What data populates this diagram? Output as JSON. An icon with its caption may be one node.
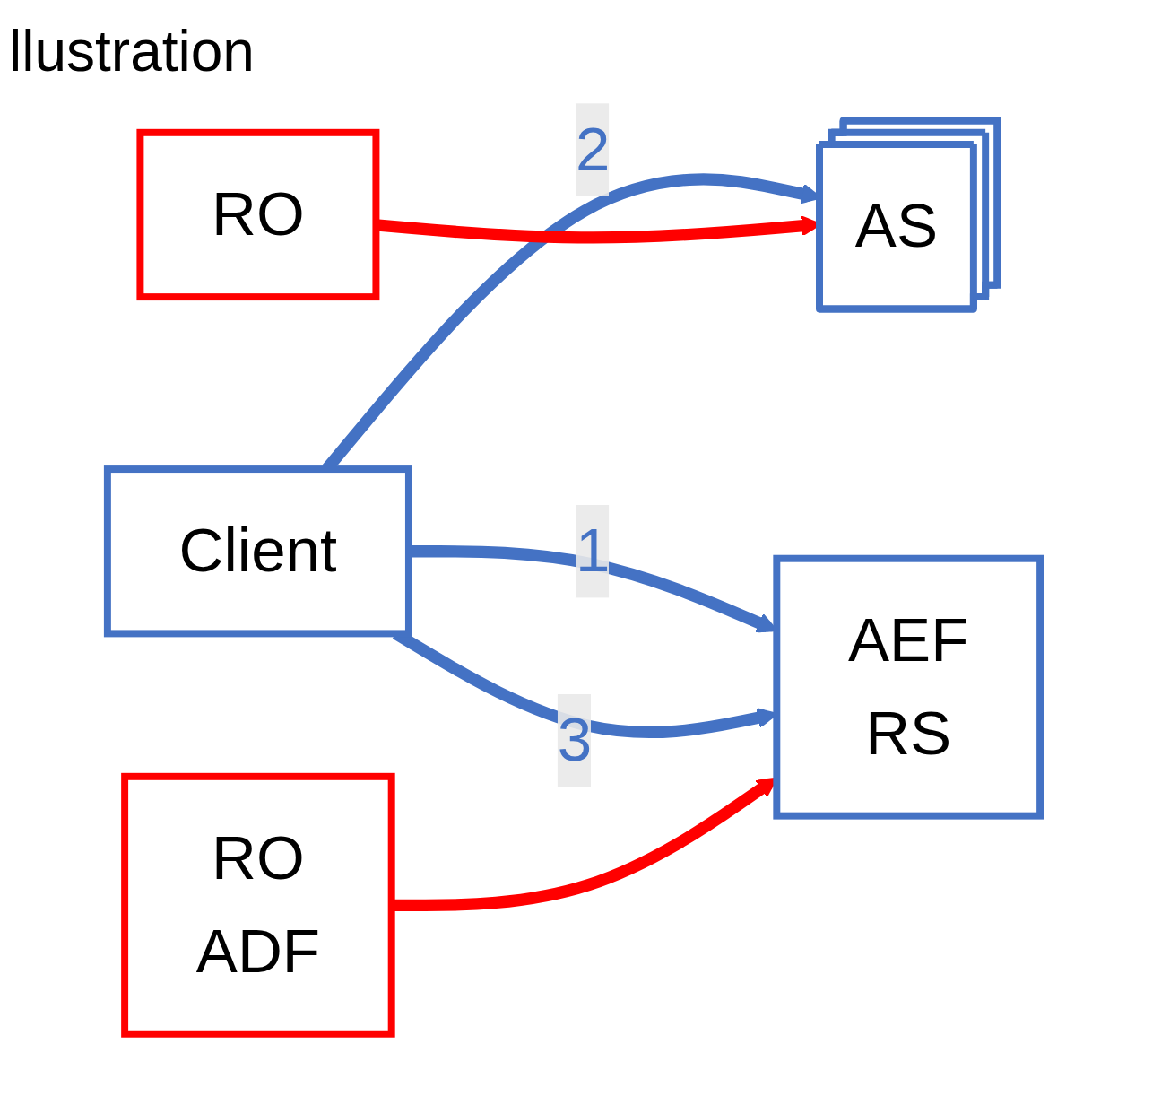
{
  "diagram": {
    "title": "llustration",
    "nodes": [
      {
        "text": [
          "AS"
        ]
      },
      {
        "text": [
          "RO"
        ]
      },
      {
        "text": [
          "Client"
        ]
      },
      {
        "text": [
          "RO",
          "ADF"
        ]
      },
      {
        "text": [
          "AEF",
          "RS"
        ]
      }
    ],
    "edges": [
      {
        "from": 2,
        "to": 4,
        "arrow": "to",
        "label": "1"
      },
      {
        "from": 2,
        "to": 0,
        "arrow": "to",
        "label": "2"
      },
      {
        "from": 2,
        "to": 4,
        "arrow": "to",
        "label": "3"
      },
      {
        "from": 1,
        "to": 0,
        "arrow": "to",
        "color": "#ff0000"
      },
      {
        "from": 3,
        "to": 4,
        "arrow": "to",
        "color": "#ff0000"
      }
    ]
  }
}
